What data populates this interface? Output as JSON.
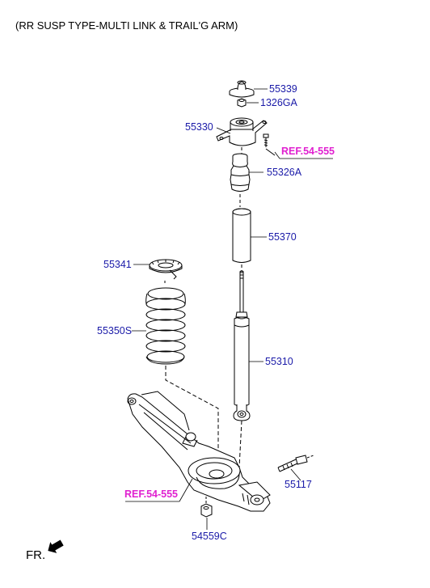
{
  "title": "(RR SUSP TYPE-MULTI LINK & TRAIL'G ARM)",
  "direction_label": "FR.",
  "parts": {
    "p55339": "55339",
    "p1326ga": "1326GA",
    "p55330": "55330",
    "p55326a": "55326A",
    "p55370": "55370",
    "p55341": "55341",
    "p55350s": "55350S",
    "p55310": "55310",
    "p55117": "55117",
    "p54559c": "54559C"
  },
  "refs": {
    "ref_upper": "REF.54-555",
    "ref_lower": "REF.54-555"
  },
  "colors": {
    "part_label": "#1a1aa8",
    "ref_label": "#e020d0",
    "line_art": "#000000"
  }
}
